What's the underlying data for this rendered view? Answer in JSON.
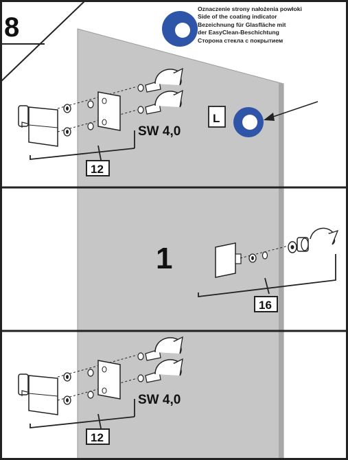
{
  "step_number": "8",
  "indicator_legend": {
    "lines": [
      "Oznaczenie strony nałożenia powłoki",
      "Side of the coating indicator",
      "Bezeichnung für Glasfläche mit",
      "der EasyClean-Beschichtung",
      "Сторона стекла с покрытием"
    ],
    "indicator_color": "#2f55a8"
  },
  "side_marker": "L",
  "sections": {
    "top": {
      "wrench_label": "SW 4,0",
      "part_number": "12"
    },
    "middle": {
      "quantity": "1",
      "part_number": "16"
    },
    "bottom": {
      "wrench_label": "SW 4,0",
      "part_number": "12"
    }
  },
  "colors": {
    "glass": "#c6c6c6",
    "frame": "#222222",
    "indicator": "#2f55a8"
  }
}
